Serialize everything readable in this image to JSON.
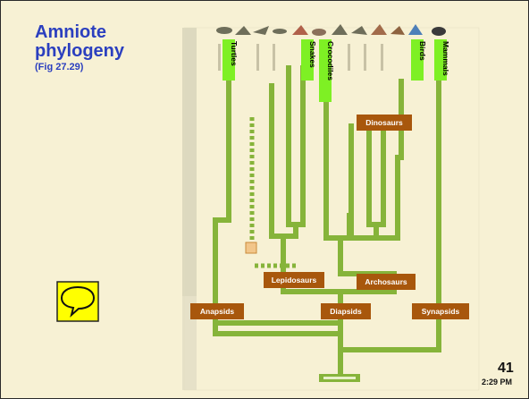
{
  "slide": {
    "title_lines": [
      "Amniote",
      "phylogeny"
    ],
    "subtitle": "(Fig 27.29)",
    "slide_number": "41",
    "clock": "2:29 PM"
  },
  "colors": {
    "title": "#2b3fbf",
    "tree_green": "#86b43a",
    "tip_label_bg": "#7ef024",
    "node_label_bg": "#a8570c",
    "comment_bg": "#ffff00"
  },
  "tip_labels": {
    "turtles": "Turtles",
    "snakes": "Snakes",
    "crocodiles": "Crocodiles",
    "birds": "Birds",
    "mammals": "Mammals"
  },
  "clade_labels": {
    "dinosaurs": "Dinosaurs",
    "lepidosaurs": "Lepidosaurs",
    "archosaurs": "Archosaurs",
    "anapsids": "Anapsids",
    "diapsids": "Diapsids",
    "synapsids": "Synapsids"
  },
  "icons": {
    "comment": "speech-bubble-icon",
    "animals": "animal-silhouettes"
  }
}
